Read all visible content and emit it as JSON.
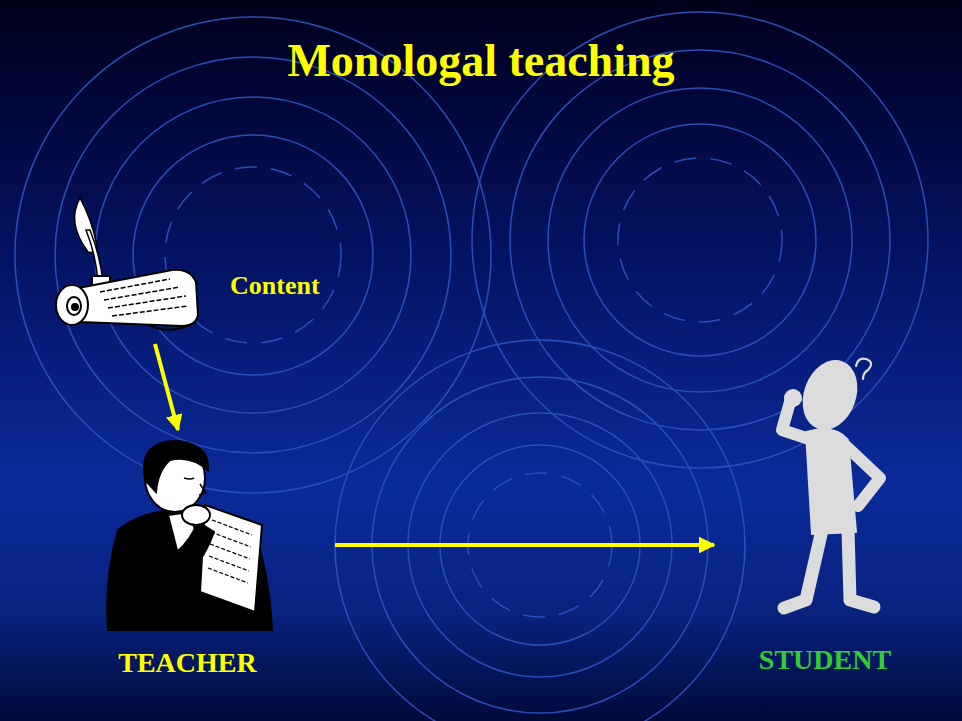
{
  "diagram": {
    "title": "Monologal teaching",
    "nodes": [
      {
        "text": [
          "Content"
        ]
      },
      {
        "text": [
          "TEACHER"
        ]
      },
      {
        "text": [
          "STUDENT"
        ]
      }
    ],
    "edges": [
      {
        "from": 0,
        "to": 1,
        "arrow": "to"
      },
      {
        "from": 1,
        "to": 2,
        "arrow": "to"
      }
    ]
  }
}
